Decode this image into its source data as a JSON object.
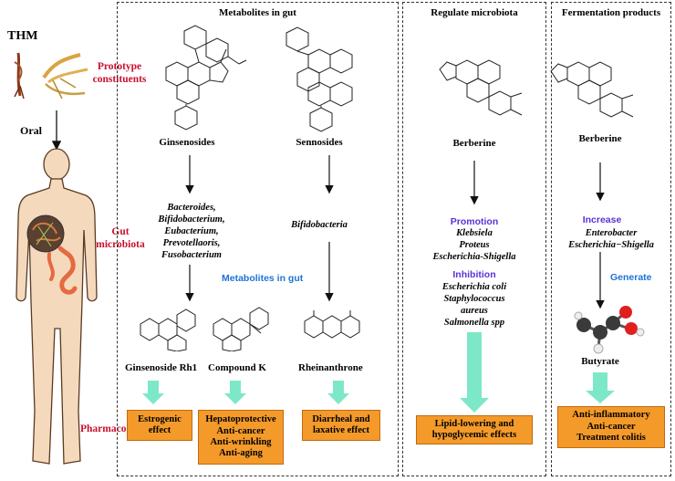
{
  "left": {
    "thm": "THM",
    "oral": "Oral",
    "prototype": [
      "Prototype",
      "constituents"
    ],
    "gut_microbiota": [
      "Gut",
      "microbiota"
    ],
    "pharmacodynamics": "Pharmacodynamics"
  },
  "panel1": {
    "title": "Metabolites in gut",
    "compound_a": "Ginsenosides",
    "compound_b": "Sennosides",
    "bacteria_a": [
      "Bacteroides,",
      "Bifidobacterium,",
      "Eubacterium,",
      "Prevotellaoris,",
      "Fusobacterium"
    ],
    "bacteria_b": "Bifidobacteria",
    "mid_label": "Metabolites in gut",
    "metabolite_1": "Ginsenoside Rh1",
    "metabolite_2": "Compound K",
    "metabolite_3": "Rheinanthrone",
    "effect_1": [
      "Estrogenic",
      "effect"
    ],
    "effect_2": [
      "Hepatoprotective",
      "Anti-cancer",
      "Anti-wrinkling",
      "Anti-aging"
    ],
    "effect_3": [
      "Diarrheal and",
      "laxative effect"
    ]
  },
  "panel2": {
    "title": "Regulate microbiota",
    "compound": "Berberine",
    "promotion_label": "Promotion",
    "promotion": [
      "Klebsiela",
      "Proteus",
      "Escherichia-Shigella"
    ],
    "inhibition_label": "Inhibition",
    "inhibition": [
      "Escherichia coli",
      "Staphylococcus",
      "aureus",
      "Salmonella spp"
    ],
    "effect": [
      "Lipid-lowering and",
      "hypoglycemic effects"
    ]
  },
  "panel3": {
    "title": "Fermentation products",
    "compound": "Berberine",
    "increase_label": "Increase",
    "increase": [
      "Enterobacter",
      "Escherichia−Shigella"
    ],
    "generate_label": "Generate",
    "product": "Butyrate",
    "effect": [
      "Anti-inflammatory",
      "Anti-cancer",
      "Treatment colitis"
    ]
  },
  "colors": {
    "orange": "#f39a2a",
    "arrow_green": "#7de8c8",
    "red": "#c8102e",
    "blue": "#1e73d8"
  }
}
